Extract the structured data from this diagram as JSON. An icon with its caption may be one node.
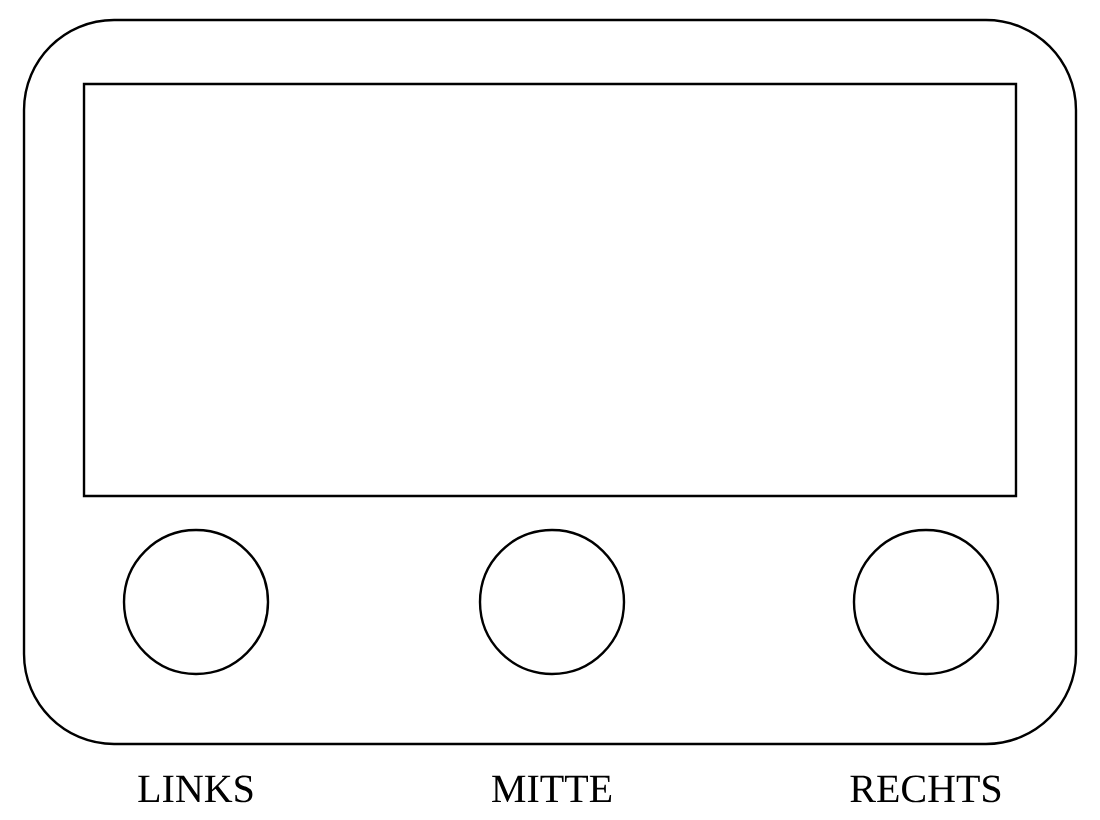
{
  "diagram": {
    "nodes": [
      {
        "text": [],
        "shape": "box"
      },
      {
        "text": [],
        "shape": "box",
        "in": 0
      },
      {
        "text": [],
        "shape": "circle",
        "in": 0,
        "beside": [
          "LINKS"
        ]
      },
      {
        "text": [],
        "shape": "circle",
        "in": 0,
        "beside": [
          "MITTE"
        ]
      },
      {
        "text": [],
        "shape": "circle",
        "in": 0,
        "beside": [
          "RECHTS"
        ]
      }
    ]
  }
}
